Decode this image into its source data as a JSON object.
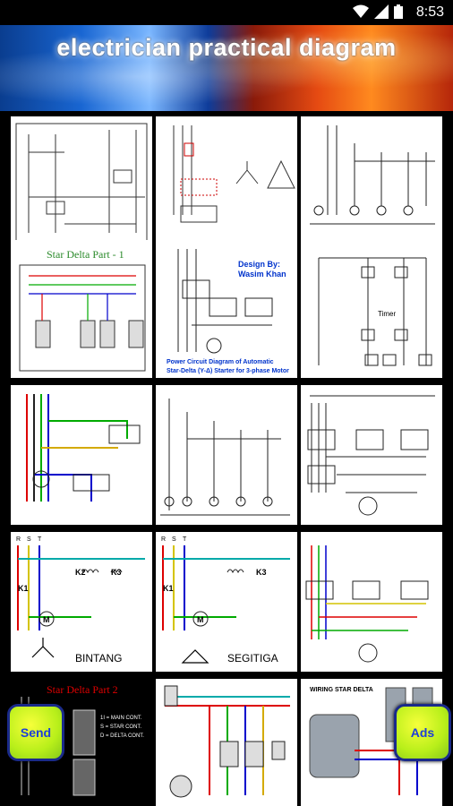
{
  "status_bar": {
    "time": "8:53"
  },
  "header": {
    "title": "electrician practical diagram"
  },
  "grid": {
    "cells": [
      {
        "row": 0,
        "col": 0,
        "texts": []
      },
      {
        "row": 0,
        "col": 1,
        "texts": []
      },
      {
        "row": 0,
        "col": 2,
        "texts": []
      },
      {
        "row": 1,
        "col": 0,
        "texts": [
          "Star Delta Part - 1"
        ]
      },
      {
        "row": 1,
        "col": 1,
        "texts": [
          "Design By:",
          "Wasim Khan",
          "Power Circuit Diagram of Automatic",
          "Star-Delta (Y-Δ) Starter for 3-phase Motor"
        ]
      },
      {
        "row": 1,
        "col": 2,
        "texts": [
          "Timer"
        ]
      },
      {
        "row": 2,
        "col": 0,
        "texts": []
      },
      {
        "row": 2,
        "col": 1,
        "texts": []
      },
      {
        "row": 2,
        "col": 2,
        "texts": []
      },
      {
        "row": 3,
        "col": 0,
        "texts": [
          "R",
          "S",
          "T",
          "K2",
          "K1",
          "K3",
          "M",
          "BINTANG"
        ]
      },
      {
        "row": 3,
        "col": 1,
        "texts": [
          "R",
          "S",
          "T",
          "K3",
          "K1",
          "M",
          "SEGITIGA"
        ]
      },
      {
        "row": 3,
        "col": 2,
        "texts": []
      },
      {
        "row": 4,
        "col": 0,
        "texts": [
          "Star Delta Part 2",
          "1I = MAIN CONT.",
          "S = STAR CONT.",
          "D = DELTA CONT."
        ]
      },
      {
        "row": 4,
        "col": 1,
        "texts": []
      },
      {
        "row": 4,
        "col": 2,
        "texts": [
          "WIRING STAR DELTA"
        ]
      }
    ]
  },
  "buttons": {
    "send_label": "Send",
    "ads_label": "Ads"
  },
  "colors": {
    "fab_fill": "#c8f51c",
    "fab_text": "#1c3fd8",
    "fab_border": "#1a2a8a"
  }
}
